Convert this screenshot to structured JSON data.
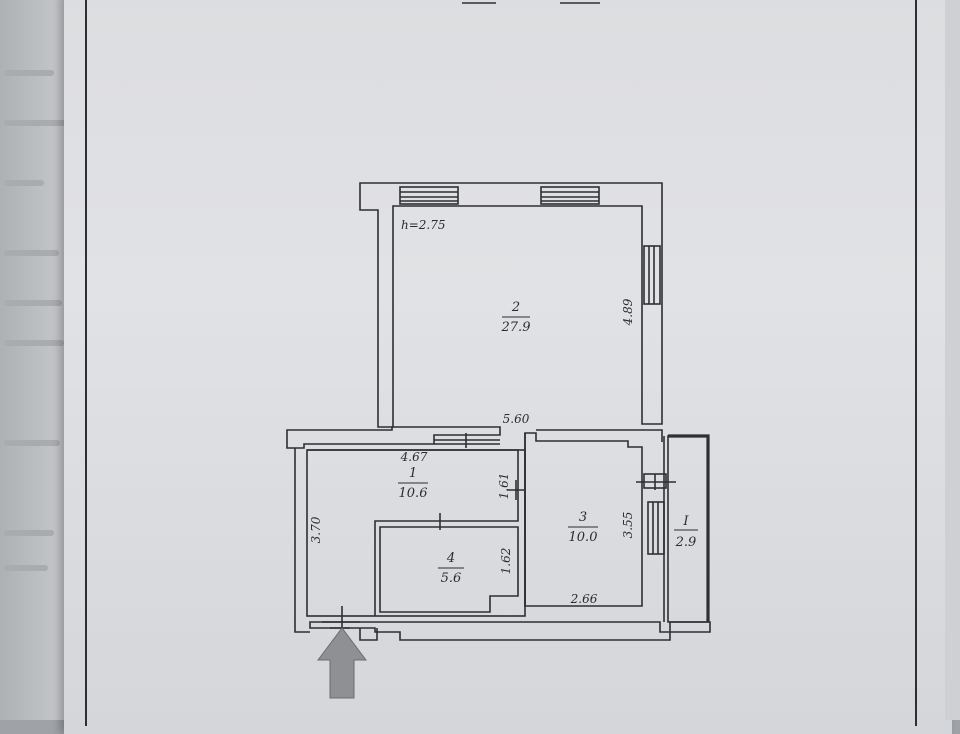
{
  "plan": {
    "ceiling_height": "h=2.75",
    "rooms": [
      {
        "id": "room-2",
        "number": "2",
        "area": "27.9"
      },
      {
        "id": "room-1",
        "number": "1",
        "area": "10.6"
      },
      {
        "id": "room-3",
        "number": "3",
        "area": "10.0"
      },
      {
        "id": "room-4",
        "number": "4",
        "area": "5.6"
      },
      {
        "id": "balcony-I",
        "number": "I",
        "area": "2.9"
      }
    ],
    "dimensions": {
      "room2_right": "4.89",
      "room2_bottom": "5.60",
      "room1_top": "4.67",
      "room1_divider": "1.61",
      "room1_left": "3.70",
      "room4_right": "1.62",
      "room3_right": "3.55",
      "room3_bottom": "2.66"
    },
    "colors": {
      "wall": "#2d2f33",
      "entrance_arrow": "#8e9094"
    }
  }
}
